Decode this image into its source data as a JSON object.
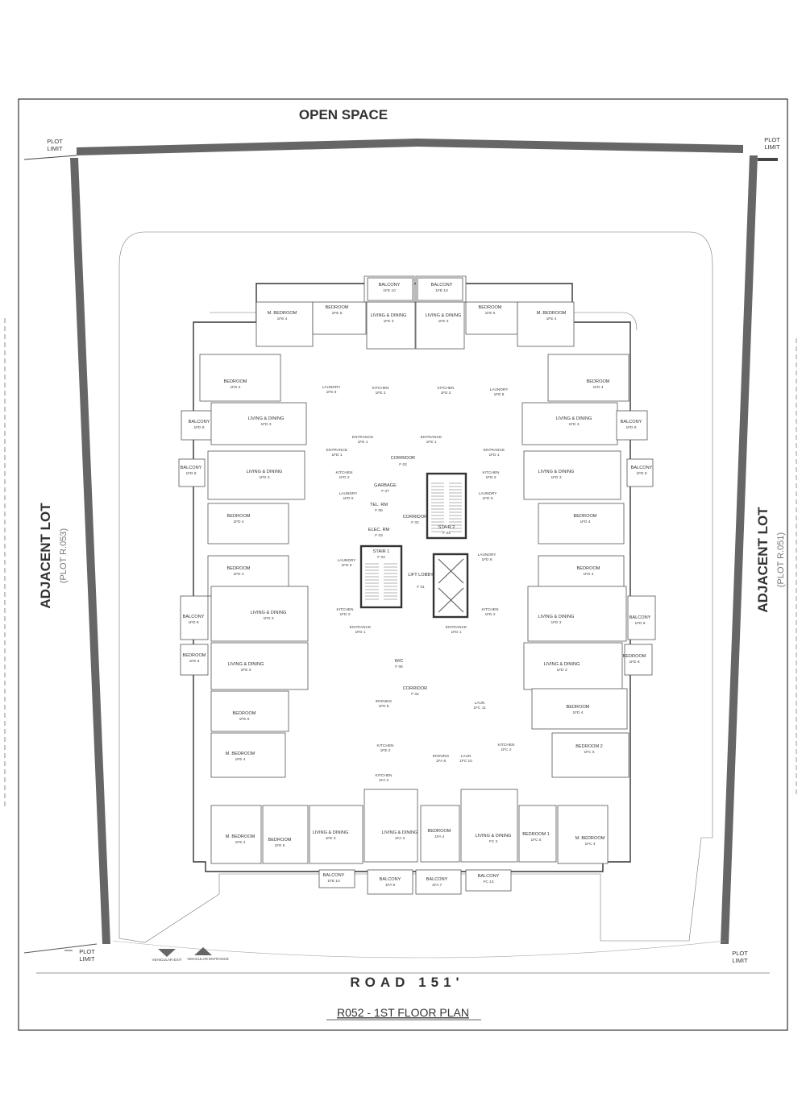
{
  "top_label": "OPEN SPACE",
  "plot_limit": [
    "PLOT",
    "LIMIT"
  ],
  "left_lot": {
    "title": "ADJACENT LOT",
    "sub": "(PLOT R.053)"
  },
  "right_lot": {
    "title": "ADJACENT LOT",
    "sub": "(PLOT R.051)"
  },
  "road": "ROAD 151'",
  "plan_title": "R052 - 1ST FLOOR PLAN",
  "vehicular": {
    "exit": "VEHICULAR EXIT",
    "entrance": "VEHICULAR ENTRANCE"
  },
  "core": {
    "corridor_top": {
      "name": "CORRIDOR",
      "code": "F 02"
    },
    "garbage": {
      "name": "GARBAGE",
      "code": "F 07"
    },
    "tel_rm": {
      "name": "TEL. RM",
      "code": "F 05"
    },
    "elec_rm": {
      "name": "ELEC. RM",
      "code": "F 03"
    },
    "corridor_mid": {
      "name": "CORRIDOR",
      "code": "F 02"
    },
    "stair1": {
      "name": "STAIR 1",
      "code": "F 04"
    },
    "stair2": {
      "name": "STAIR 2",
      "code": "F 04"
    },
    "lift_lobby": {
      "name": "LIFT LOBBY",
      "code": "F 01"
    },
    "wc": {
      "name": "W/C",
      "code": "F 06"
    },
    "corridor_low": {
      "name": "CORRIDOR",
      "code": "F 02"
    }
  },
  "rooms": [
    {
      "name": "BALCONY",
      "code": "1FE 10"
    },
    {
      "name": "BALCONY",
      "code": "1FE 10"
    },
    {
      "name": "M. BEDROOM",
      "code": "1FE 4"
    },
    {
      "name": "BEDROOM",
      "code": "1FE 5"
    },
    {
      "name": "LIVING & DINING",
      "code": "1FE 3"
    },
    {
      "name": "LIVING & DINING",
      "code": "1FE 3"
    },
    {
      "name": "BEDROOM",
      "code": "1FE 5"
    },
    {
      "name": "M. BEDROOM",
      "code": "1FE 4"
    },
    {
      "name": "BEDROOM",
      "code": "1FD 4"
    },
    {
      "name": "BEDROOM",
      "code": "1FD 4"
    },
    {
      "name": "BALCONY",
      "code": "1FD 8"
    },
    {
      "name": "LIVING & DINING",
      "code": "1FD 3"
    },
    {
      "name": "LIVING & DINING",
      "code": "1FD 3"
    },
    {
      "name": "BALCONY",
      "code": "1FD 8"
    },
    {
      "name": "BALCONY",
      "code": "1FD 8"
    },
    {
      "name": "LIVING & DINING",
      "code": "1FD 3"
    },
    {
      "name": "LIVING & DINING",
      "code": "1FD 3"
    },
    {
      "name": "BALCONY",
      "code": "1FD 8"
    },
    {
      "name": "BEDROOM",
      "code": "1FD 4"
    },
    {
      "name": "BEDROOM",
      "code": "1FD 4"
    },
    {
      "name": "BEDROOM",
      "code": "1FD 4"
    },
    {
      "name": "BEDROOM",
      "code": "1FD 4"
    },
    {
      "name": "BALCONY",
      "code": "1FD 8"
    },
    {
      "name": "LIVING & DINING",
      "code": "1FD 3"
    },
    {
      "name": "LIVING & DINING",
      "code": "1FD 3"
    },
    {
      "name": "BALCONY",
      "code": "1FD 8"
    },
    {
      "name": "BEDROOM",
      "code": "1FE 5"
    },
    {
      "name": "LIVING & DINING",
      "code": "1FE 3"
    },
    {
      "name": "LIVING & DINING",
      "code": "1FD 3"
    },
    {
      "name": "BEDROOM",
      "code": "1FD 8"
    },
    {
      "name": "BEDROOM",
      "code": "1FE 5"
    },
    {
      "name": "BEDROOM",
      "code": "1FD 4"
    },
    {
      "name": "M. BEDROOM",
      "code": "1FE 4"
    },
    {
      "name": "BEDROOM 2",
      "code": "1FC 6"
    },
    {
      "name": "M. BEDROOM",
      "code": "1FE 4"
    },
    {
      "name": "BEDROOM",
      "code": "1FE 5"
    },
    {
      "name": "LIVING & DINING",
      "code": "1FE 3"
    },
    {
      "name": "LIVING & DINING",
      "code": "1FA 3"
    },
    {
      "name": "BEDROOM",
      "code": "1FA 4"
    },
    {
      "name": "LIVING & DINING",
      "code": "FC 3"
    },
    {
      "name": "BEDROOM 1",
      "code": "1FC 5"
    },
    {
      "name": "M. BEDROOM",
      "code": "1FC 4"
    },
    {
      "name": "BALCONY",
      "code": "1FE 10"
    },
    {
      "name": "BALCONY",
      "code": "1FA 8"
    },
    {
      "name": "BALCONY",
      "code": "1FA 7"
    },
    {
      "name": "BALCONY",
      "code": "FC 13"
    }
  ],
  "service": [
    {
      "name": "KITCHEN",
      "code": "1FE 2"
    },
    {
      "name": "KITCHEN",
      "code": "1FE 2"
    },
    {
      "name": "LAUNDRY",
      "code": "1FE 8"
    },
    {
      "name": "LAUNDRY",
      "code": "1FE 8"
    },
    {
      "name": "KITCHEN",
      "code": "1FD 2"
    },
    {
      "name": "KITCHEN",
      "code": "1FD 2"
    },
    {
      "name": "ENTRANCE",
      "code": "1FD 1"
    },
    {
      "name": "ENTRANCE",
      "code": "1FE 1"
    },
    {
      "name": "ENTRANCE",
      "code": "1FE 1"
    },
    {
      "name": "ENTRANCE",
      "code": "1FD 1"
    },
    {
      "name": "LAUNDRY",
      "code": "1FD 6"
    },
    {
      "name": "LAUNDRY",
      "code": "1FD 6"
    },
    {
      "name": "LAUNDRY",
      "code": "1FD 6"
    },
    {
      "name": "LAUNDRY",
      "code": "1FD 6"
    },
    {
      "name": "KITCHEN",
      "code": "1FD 2"
    },
    {
      "name": "KITCHEN",
      "code": "1FD 2"
    },
    {
      "name": "ENTRANCE",
      "code": "1FD 1"
    },
    {
      "name": "ENTRANCE",
      "code": "1FD 1"
    },
    {
      "name": "IRONING",
      "code": "1FE 8"
    },
    {
      "name": "IRONING",
      "code": "1FA 9"
    },
    {
      "name": "LAUN",
      "code": "1FC 10"
    },
    {
      "name": "LAUN",
      "code": "1FC 11"
    },
    {
      "name": "KITCHEN",
      "code": "1FE 2"
    },
    {
      "name": "KITCHEN",
      "code": "1FA 2"
    },
    {
      "name": "KITCHEN",
      "code": "1FC 2"
    }
  ]
}
